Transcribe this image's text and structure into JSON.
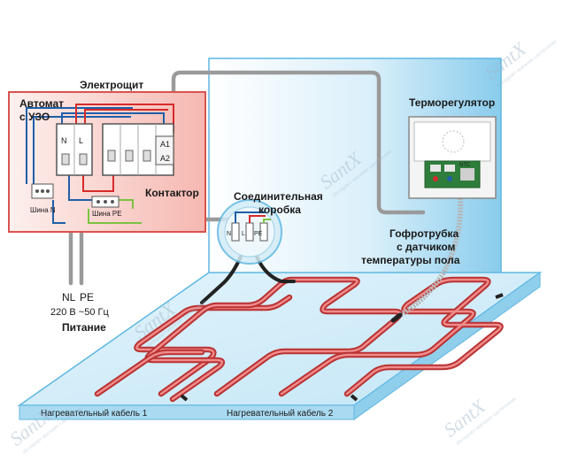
{
  "labels": {
    "panel_title": "Электрощит",
    "rcd_line1": "Автомат",
    "rcd_line2": "с УЗО",
    "contactor": "Контактор",
    "bus_n": "Шина N",
    "bus_pe": "Шина PE",
    "junction_line1": "Соединительная",
    "junction_line2": "коробка",
    "thermostat": "Терморегулятор",
    "conduit_line1": "Гофротрубка",
    "conduit_line2": "с датчиком",
    "conduit_line3": "температуры пола",
    "supply_nl": "NL",
    "supply_pe": "PE",
    "supply_voltage": "220 В ~50 Гц",
    "supply_caption": "Питание",
    "cable_1": "Нагревательный кабель 1",
    "cable_2": "Нагревательный кабель 2",
    "contact_a1": "A1",
    "contact_a2": "A2",
    "terminal_n": "N",
    "terminal_l": "L",
    "terminal_pe": "PE",
    "terminal_ntc": "NTC",
    "watermark": "SantX",
    "watermark_sub": "Интернет-магазин сантехники"
  },
  "colors": {
    "room_blue": "#7cc6ea",
    "panel_fill": "#fbd9d6",
    "panel_border": "#d9534f",
    "wire_gray": "#9a9a9a",
    "wire_blue": "#1f5fa8",
    "wire_red": "#d62b2b",
    "wire_green": "#7cc242",
    "cable_red": "#e34b4b"
  }
}
